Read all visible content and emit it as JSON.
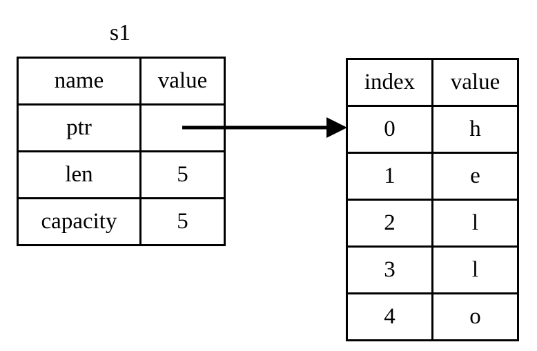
{
  "diagram": {
    "kind": "memory-layout-diagram",
    "background_color": "#ffffff",
    "line_color": "#000000"
  },
  "struct_table": {
    "title": "s1",
    "headers": {
      "name": "name",
      "value": "value"
    },
    "rows": [
      {
        "name": "ptr",
        "value": ""
      },
      {
        "name": "len",
        "value": "5"
      },
      {
        "name": "capacity",
        "value": "5"
      }
    ]
  },
  "heap_table": {
    "headers": {
      "index": "index",
      "value": "value"
    },
    "rows": [
      {
        "index": "0",
        "value": "h"
      },
      {
        "index": "1",
        "value": "e"
      },
      {
        "index": "2",
        "value": "l"
      },
      {
        "index": "3",
        "value": "l"
      },
      {
        "index": "4",
        "value": "o"
      }
    ]
  },
  "pointer_arrow": {
    "name": "ptr-to-buffer-arrow",
    "from": "struct ptr value cell",
    "to": "heap buffer index 0",
    "color": "#000000"
  }
}
